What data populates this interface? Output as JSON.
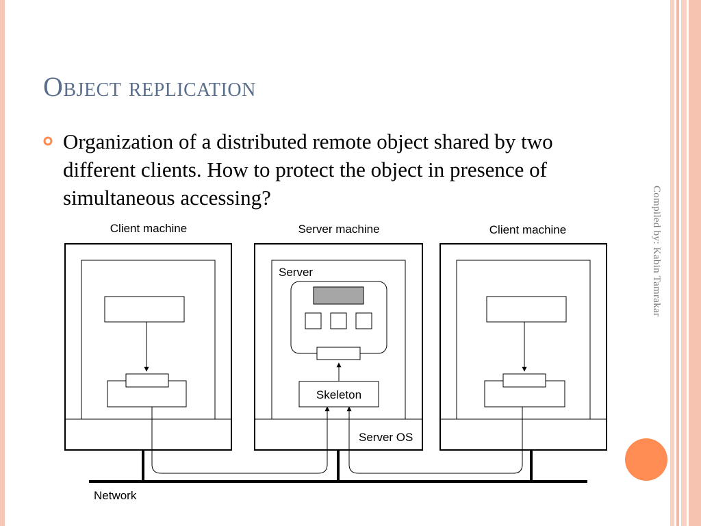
{
  "slide": {
    "title": "Object replication",
    "bullet": "Organization of a distributed remote object shared by two different clients. How to protect the object in presence of simultaneous accessing?",
    "credit": "Compiled by: Kabin Tamrakar"
  },
  "diagram": {
    "client_left_label": "Client machine",
    "server_label": "Server machine",
    "client_right_label": "Client machine",
    "server_process_label": "Server",
    "skeleton_label": "Skeleton",
    "server_os_label": "Server OS",
    "network_label": "Network"
  },
  "colors": {
    "title": "#5a6f8c",
    "accent": "#ff8c52",
    "frame": "#f7c8b8"
  }
}
